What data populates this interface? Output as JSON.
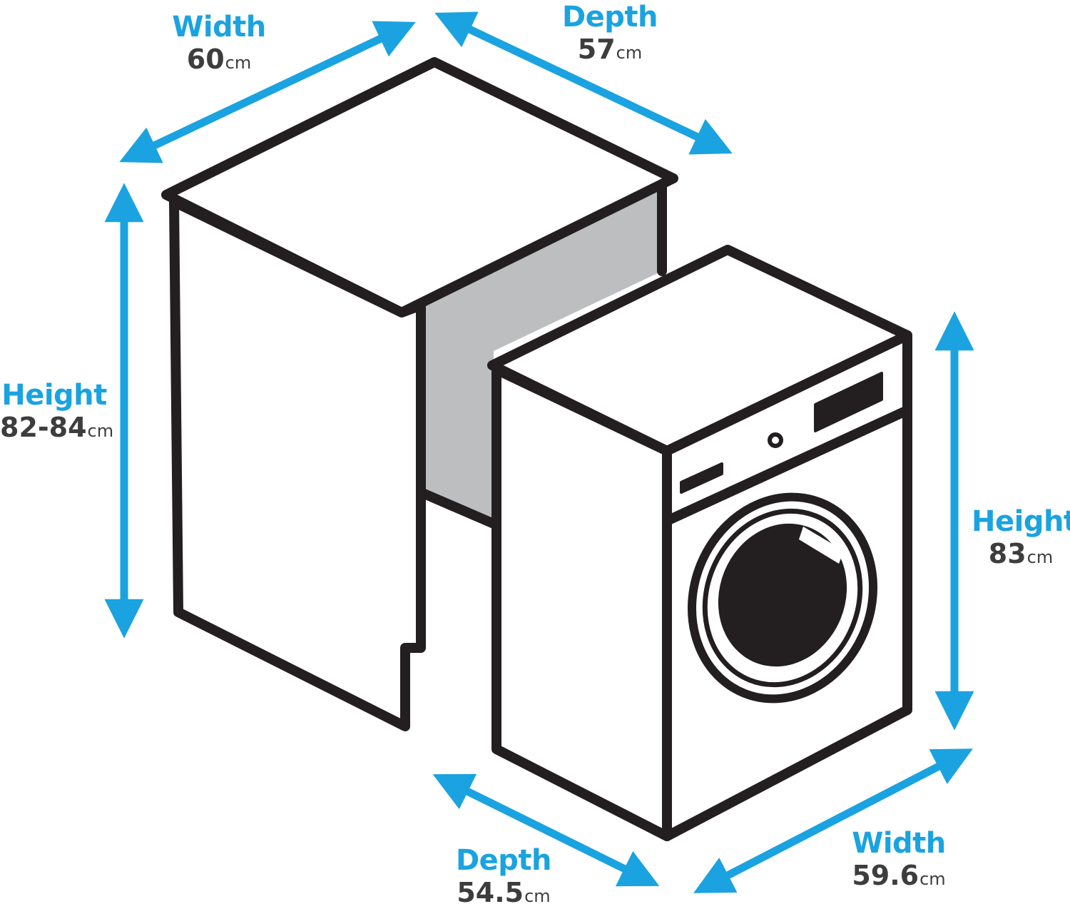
{
  "colors": {
    "arrow": "#1aa3e0",
    "outline": "#231f20",
    "recess": "#bcbec0",
    "label_value": "#3d3d3d"
  },
  "unit": "cm",
  "cabinet": {
    "width": {
      "label": "Width",
      "value": "60",
      "unit": "cm"
    },
    "depth": {
      "label": "Depth",
      "value": "57",
      "unit": "cm"
    },
    "height": {
      "label": "Height",
      "value": "82-84",
      "unit": "cm"
    }
  },
  "machine": {
    "height": {
      "label": "Height",
      "value": "83",
      "unit": "cm"
    },
    "depth": {
      "label": "Depth",
      "value": "54.5",
      "unit": "cm"
    },
    "width": {
      "label": "Width",
      "value": "59.6",
      "unit": "cm"
    }
  }
}
